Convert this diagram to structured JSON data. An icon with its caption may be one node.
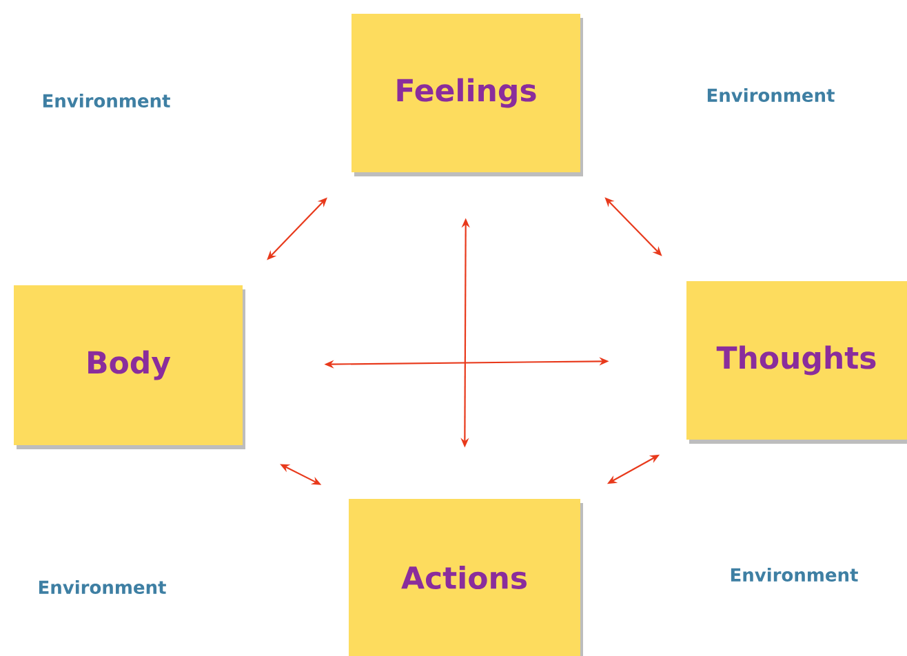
{
  "diagram": {
    "nodes": [
      {
        "text": [
          "Feelings"
        ]
      },
      {
        "text": [
          "Body"
        ]
      },
      {
        "text": [
          "Thoughts"
        ]
      },
      {
        "text": [
          "Actions"
        ]
      }
    ],
    "edges": [
      {
        "from": 0,
        "to": 1,
        "arrow": "both"
      },
      {
        "from": 0,
        "to": 2,
        "arrow": "both"
      },
      {
        "from": 0,
        "to": 3,
        "arrow": "both"
      },
      {
        "from": 1,
        "to": 2,
        "arrow": "both"
      },
      {
        "from": 1,
        "to": 3,
        "arrow": "both"
      },
      {
        "from": 2,
        "to": 3,
        "arrow": "both"
      }
    ],
    "labels": [
      "Environment",
      "Environment",
      "Environment",
      "Environment"
    ]
  }
}
